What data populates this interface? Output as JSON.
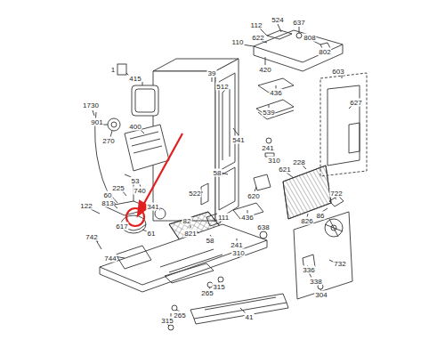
{
  "diagram": {
    "labels": [
      "1",
      "415",
      "1730",
      "901",
      "270",
      "400",
      "39",
      "112",
      "524",
      "637",
      "622",
      "110",
      "808",
      "802",
      "420",
      "603",
      "512",
      "436",
      "539",
      "627",
      "541",
      "241",
      "310",
      "58",
      "621",
      "228",
      "722",
      "86",
      "522",
      "620",
      "826",
      "53",
      "740",
      "225",
      "60",
      "813",
      "122",
      "341",
      "82",
      "821",
      "111",
      "436",
      "638",
      "58",
      "241",
      "310",
      "617",
      "742",
      "744",
      "732",
      "336",
      "338",
      "304",
      "315",
      "265",
      "41",
      "265",
      "315",
      "61"
    ]
  }
}
